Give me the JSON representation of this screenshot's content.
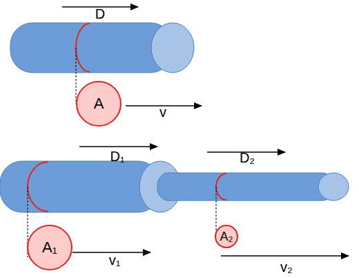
{
  "diagram": {
    "nodes": [
      {
        "text": [
          "A"
        ]
      },
      {
        "text": [
          "A₁"
        ]
      },
      {
        "text": [
          "A₂"
        ]
      }
    ],
    "labels": [
      "D",
      "v",
      "D₁",
      "D₂",
      "v₁",
      "v₂"
    ]
  }
}
